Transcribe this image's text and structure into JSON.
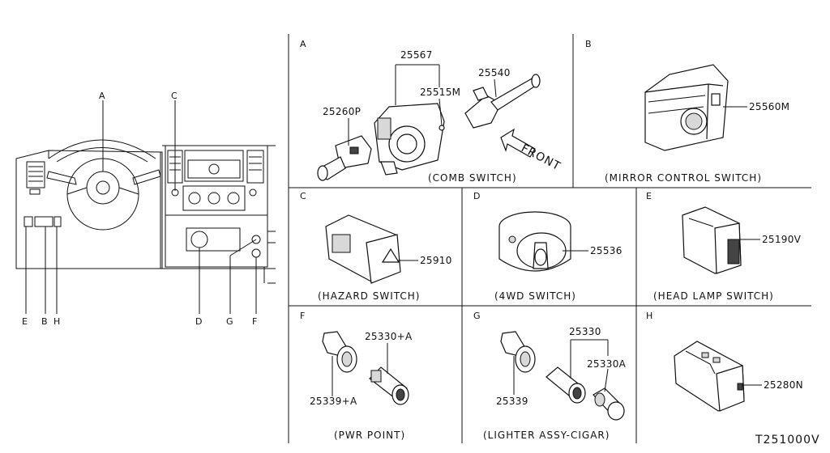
{
  "overview": {
    "callouts": [
      "A",
      "C",
      "E",
      "B",
      "H",
      "D",
      "G",
      "F"
    ]
  },
  "panels": {
    "A": {
      "letter": "A",
      "caption": "(COMB SWITCH)",
      "parts": [
        "25567",
        "25515M",
        "25540",
        "25260P"
      ],
      "direction": "FRONT"
    },
    "B": {
      "letter": "B",
      "caption": "(MIRROR CONTROL SWITCH)",
      "parts": [
        "25560M"
      ]
    },
    "C": {
      "letter": "C",
      "caption": "(HAZARD SWITCH)",
      "parts": [
        "25910"
      ]
    },
    "D": {
      "letter": "D",
      "caption": "(4WD SWITCH)",
      "parts": [
        "25536"
      ]
    },
    "E": {
      "letter": "E",
      "caption": "(HEAD LAMP SWITCH)",
      "parts": [
        "25190V"
      ]
    },
    "F": {
      "letter": "F",
      "caption": "(PWR POINT)",
      "parts": [
        "25330+A",
        "25339+A"
      ]
    },
    "G": {
      "letter": "G",
      "caption": "(LIGHTER ASSY-CIGAR)",
      "parts": [
        "25330",
        "25330A",
        "25339"
      ]
    },
    "H": {
      "letter": "H",
      "caption": "",
      "parts": [
        "25280N"
      ]
    }
  },
  "diagram_id": "T251000V"
}
